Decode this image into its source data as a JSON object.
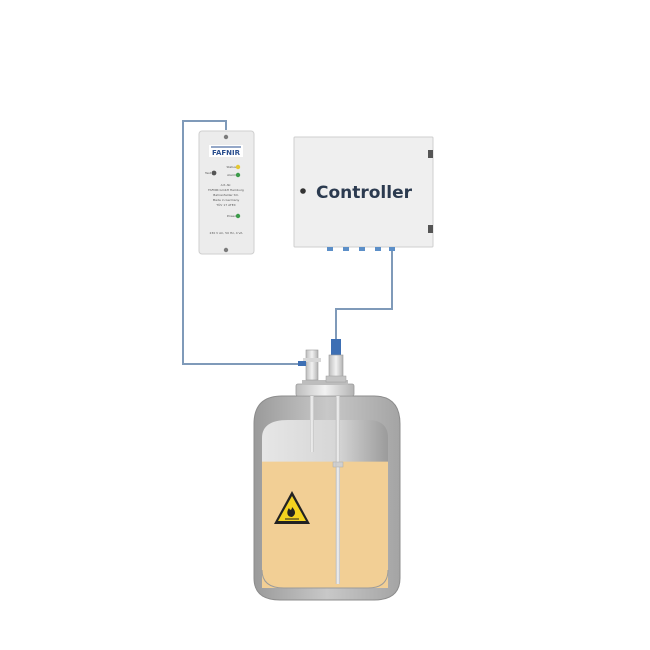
{
  "sensor_unit": {
    "brand": "FAFNIR",
    "status_label": "Status",
    "test_label": "Test",
    "alarm_label": "Alarm",
    "info_lines": [
      "Art.-Nr.",
      "FAFNIR GmbH Hamburg",
      "Bahrenfelder Str.",
      "Made in Germany",
      "TÜV 17 ATEX"
    ],
    "power_label": "Power",
    "rating_line": "230 V AC, 50 Hz, 4 VA",
    "led_status_color": "#e4c833",
    "led_alarm_color": "#3c9b4a",
    "led_power_color": "#3c9b4a"
  },
  "controller": {
    "label": "Controller"
  },
  "tank": {
    "fill_level": 0.78,
    "liquid_color": "#f2cf95",
    "hazard_icon": "flammable-warning-icon"
  },
  "colors": {
    "cable": "#7f9ab9",
    "connector": "#3d6fb4"
  }
}
